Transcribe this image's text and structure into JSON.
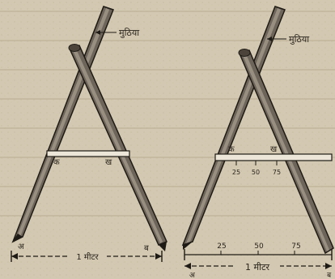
{
  "left_figure": {
    "handle_label": "मुठिया",
    "crossbar_left_label": "क",
    "crossbar_right_label": "ख",
    "foot_left_label": "अ",
    "foot_right_label": "ब",
    "span_label": "1 मीटर"
  },
  "right_figure": {
    "handle_label": "मुठिया",
    "crossbar_left_label": "क",
    "crossbar_right_label": "ख",
    "crossbar_ticks": [
      "25",
      "50",
      "75"
    ],
    "base_ticks": [
      "25",
      "50",
      "75"
    ],
    "foot_left_label": "अ",
    "foot_right_label": "ब",
    "span_label": "1 मीटर"
  }
}
